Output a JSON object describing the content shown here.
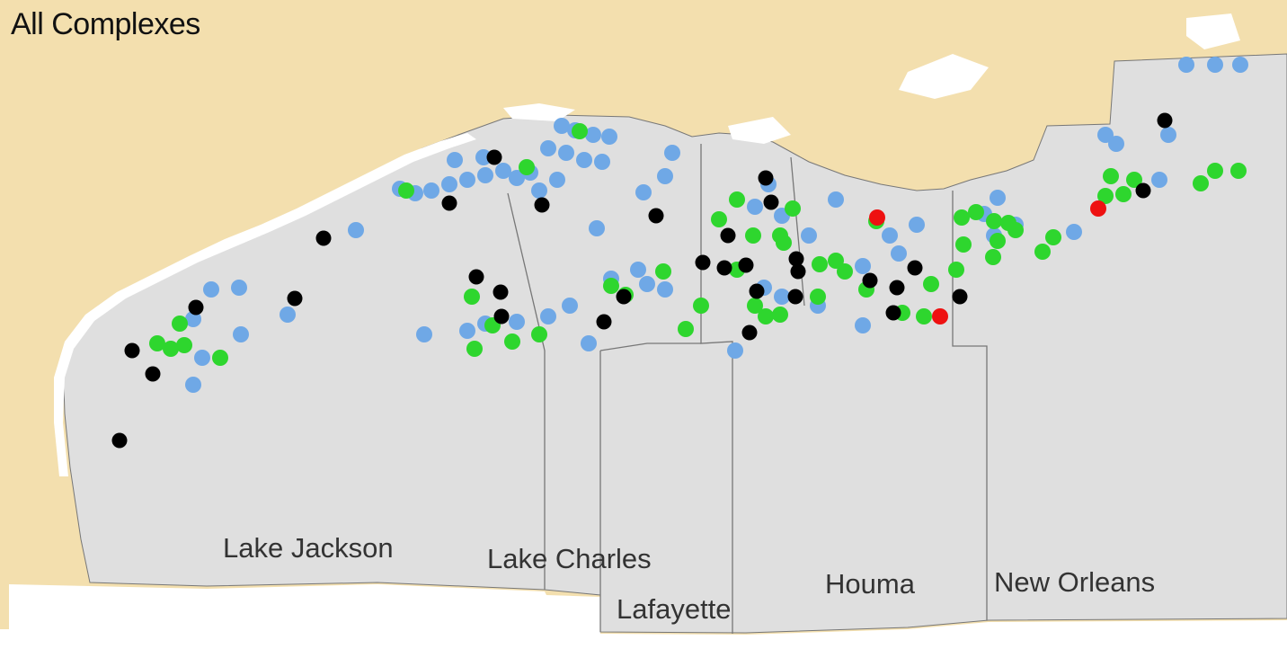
{
  "map": {
    "title": "All Complexes",
    "districts": [
      {
        "id": "lake-jackson",
        "label": "Lake Jackson"
      },
      {
        "id": "lake-charles",
        "label": "Lake Charles"
      },
      {
        "id": "lafayette",
        "label": "Lafayette"
      },
      {
        "id": "houma",
        "label": "Houma"
      },
      {
        "id": "new-orleans",
        "label": "New Orleans"
      }
    ],
    "colors": {
      "land": "#f3dfae",
      "water_area": "#dfdfdf",
      "open_water": "#ffffff",
      "boundary": "#777777",
      "complex_blue": "#6fa8e6",
      "complex_green": "#2ed62e",
      "complex_black": "#000000",
      "complex_red": "#ee1111"
    }
  }
}
